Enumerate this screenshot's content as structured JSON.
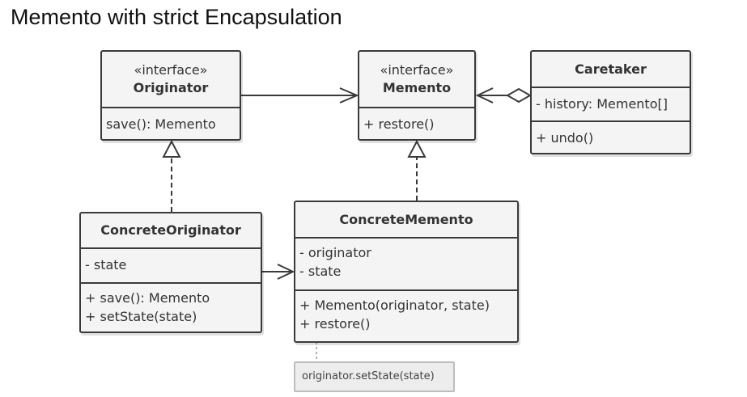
{
  "title": "Memento with strict Encapsulation",
  "classes": {
    "originator": {
      "stereotype": "«interface»",
      "name": "Originator",
      "methods": [
        "save(): Memento"
      ]
    },
    "memento": {
      "stereotype": "«interface»",
      "name": "Memento",
      "methods": [
        "+ restore()"
      ]
    },
    "caretaker": {
      "name": "Caretaker",
      "fields": [
        "- history: Memento[]"
      ],
      "methods": [
        "+ undo()"
      ]
    },
    "concrete_originator": {
      "name": "ConcreteOriginator",
      "fields": [
        "- state"
      ],
      "methods": [
        "+ save(): Memento",
        "+ setState(state)"
      ]
    },
    "concrete_memento": {
      "name": "ConcreteMemento",
      "fields": [
        "- originator",
        "- state"
      ],
      "methods": [
        "+ Memento(originator, state)",
        "+ restore()"
      ]
    }
  },
  "note": "originator.setState(state)",
  "colors": {
    "border": "#3a3a3a",
    "box_fill": "#f4f4f4",
    "note_fill": "#ededed",
    "note_border": "#bdbdbd"
  }
}
